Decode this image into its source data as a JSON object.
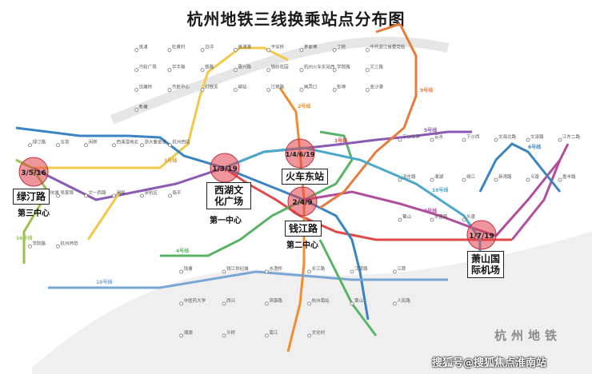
{
  "title": "杭州地铁三线换乘站点分布图",
  "hubs": [
    {
      "id": "lvdinglu",
      "lines": "3/5/16",
      "name": "绿汀路",
      "center": "第三中心",
      "color": "#e0404a"
    },
    {
      "id": "xihu",
      "lines": "1/3/19",
      "name": "西湖文化广场",
      "center": "第一中心",
      "color": "#e0404a"
    },
    {
      "id": "huochedong",
      "lines": "1/4/6/19",
      "name": "火车东站",
      "center": "",
      "color": "#e0404a"
    },
    {
      "id": "qianjianglu",
      "lines": "2/4/9",
      "name": "钱江路",
      "center": "第二中心",
      "color": "#e0404a"
    },
    {
      "id": "xiaoshan",
      "lines": "1/7/19",
      "name": "萧山国际机场",
      "center": "",
      "color": "#e0404a"
    }
  ],
  "stations": {
    "north": [
      "良渚",
      "杜甫村",
      "白洋",
      "良渚港",
      "平安桥",
      "茅家埠",
      "丁桥",
      "中共浙江省委党校",
      "汽轮广场",
      "华丰路",
      "铁路",
      "惠兴路",
      "铁岭花园",
      "杭州火车东站西",
      "学院路",
      "文三路",
      "沈塘桥",
      "市民中心",
      "打铁关",
      "城站",
      "江锦路",
      "闸弄口",
      "彭埠",
      "金沙港",
      "新塘"
    ],
    "west": [
      "绿汀路",
      "五常",
      "闲林",
      "西溪湿地北",
      "浙大紫金港",
      "杭州西站",
      "青山湖科技城",
      "吴家埠",
      "文一西路",
      "闲福",
      "余杭区",
      "临平",
      "学院路",
      "杭州师范"
    ],
    "south": [
      "钱塘",
      "钱江世纪城",
      "水澄桥",
      "长江路",
      "江陵路",
      "江陵",
      "中医药大学",
      "西兴",
      "滨康路",
      "杭州南站",
      "萧山",
      "人民路",
      "湘湖",
      "义桥",
      "南江",
      "文化村"
    ],
    "east": [
      "下沙江滨",
      "云水",
      "下沙西",
      "文海北路",
      "文泽路",
      "江东二路",
      "河庄路",
      "湘湖",
      "靖江",
      "新湾路",
      "义蓬",
      "盈丰路",
      "蜀山",
      "永盛路",
      "头蓬"
    ]
  },
  "line_colors": {
    "1": "#e04a4a",
    "2": "#f28c2e",
    "3": "#f2c94c",
    "4": "#5ab468",
    "5": "#8a5ab4",
    "6": "#3b84c4",
    "7": "#b24c9c",
    "9": "#e67b3b",
    "16": "#9ac24c",
    "19": "#4aa8c8",
    "other": "#7aa6d6"
  },
  "line_labels": [
    "1号线",
    "2号线",
    "3号线",
    "4号线",
    "5号线",
    "6号线",
    "7号线",
    "9号线",
    "10号线",
    "16号线",
    "19号线"
  ],
  "brand": "杭州地铁",
  "watermark": "搜狐号@搜狐焦点淮南站"
}
